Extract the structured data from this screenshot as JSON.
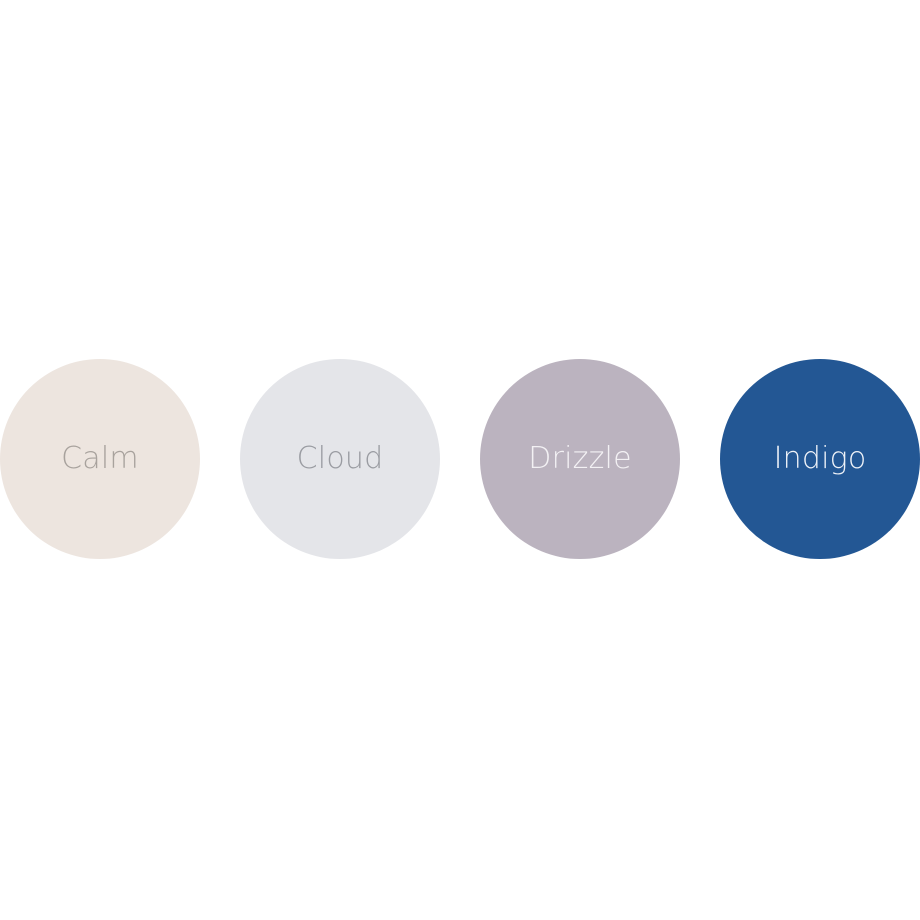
{
  "swatches": [
    {
      "name": "Calm",
      "color": "#ede5df",
      "text_color": "#a8a29d"
    },
    {
      "name": "Cloud",
      "color": "#e4e5e9",
      "text_color": "#9a9ca2"
    },
    {
      "name": "Drizzle",
      "color": "#bbb3bf",
      "text_color": "#f3f1f4"
    },
    {
      "name": "Indigo",
      "color": "#235794",
      "text_color": "#eef2f8"
    }
  ]
}
